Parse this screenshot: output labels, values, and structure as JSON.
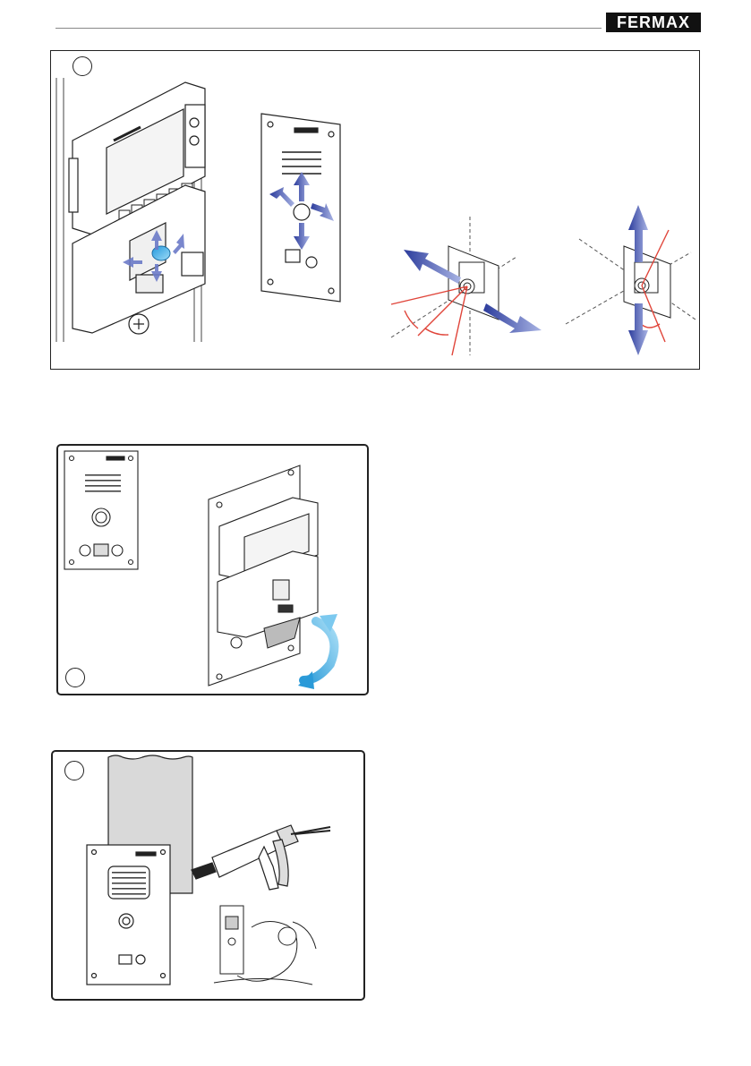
{
  "header": {
    "logo_text": "FERMAX"
  },
  "figures": [
    {
      "id": "mounting-and-camera-adjustment",
      "step_number": ""
    },
    {
      "id": "module-fitting",
      "step_number": ""
    },
    {
      "id": "sealing",
      "step_number": ""
    }
  ],
  "colors": {
    "arrow_blue": "#5566bb",
    "arrow_cyan": "#33aadd",
    "angle_red": "#e0453a",
    "line_dark": "#222222",
    "wall_grey": "#d9d9d9"
  },
  "icons": [
    "direction-arrow-icon",
    "rotation-arrow-icon",
    "caulking-gun-icon"
  ]
}
